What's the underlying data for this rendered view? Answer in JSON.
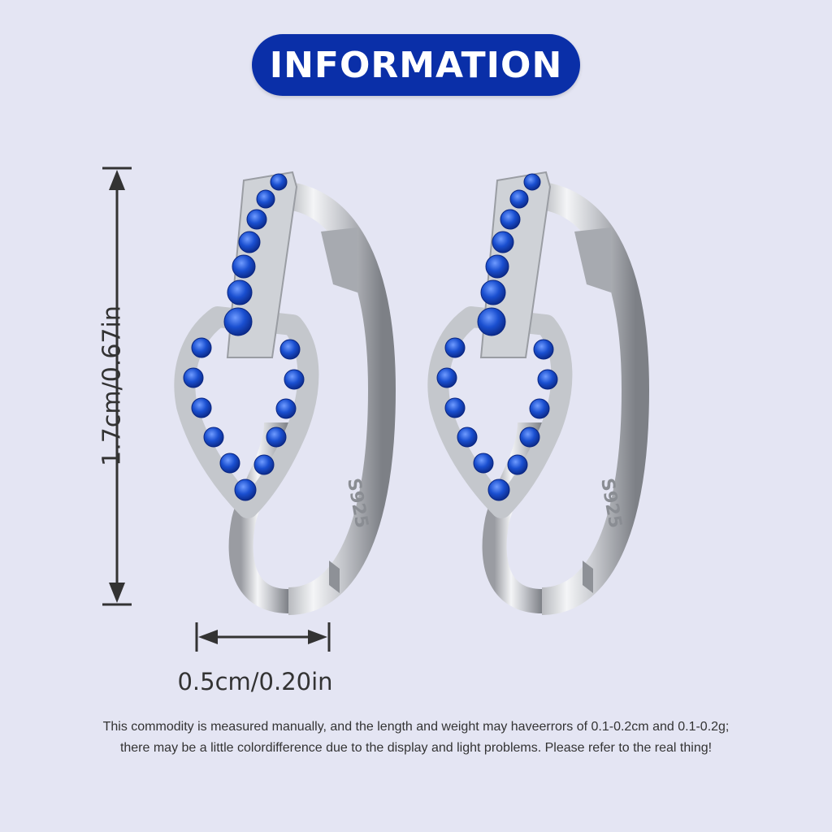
{
  "header": {
    "title": "INFORMATION"
  },
  "dimensions": {
    "height_label": "1.7cm/0.67in",
    "width_label": "0.5cm/0.20in"
  },
  "product": {
    "stamp": "S925",
    "stone_color": "#1a4fd0",
    "metal_color": "#d8dade"
  },
  "disclaimer": {
    "line1": "This commodity is measured manually, and the length and weight may haveerrors of 0.1-0.2cm and 0.1-0.2g;",
    "line2": "there may be a little colordifference due to the display and light problems. Please refer to the real thing!"
  },
  "colors": {
    "background": "#e4e5f3",
    "banner": "#0a2fa8",
    "text": "#333333"
  }
}
